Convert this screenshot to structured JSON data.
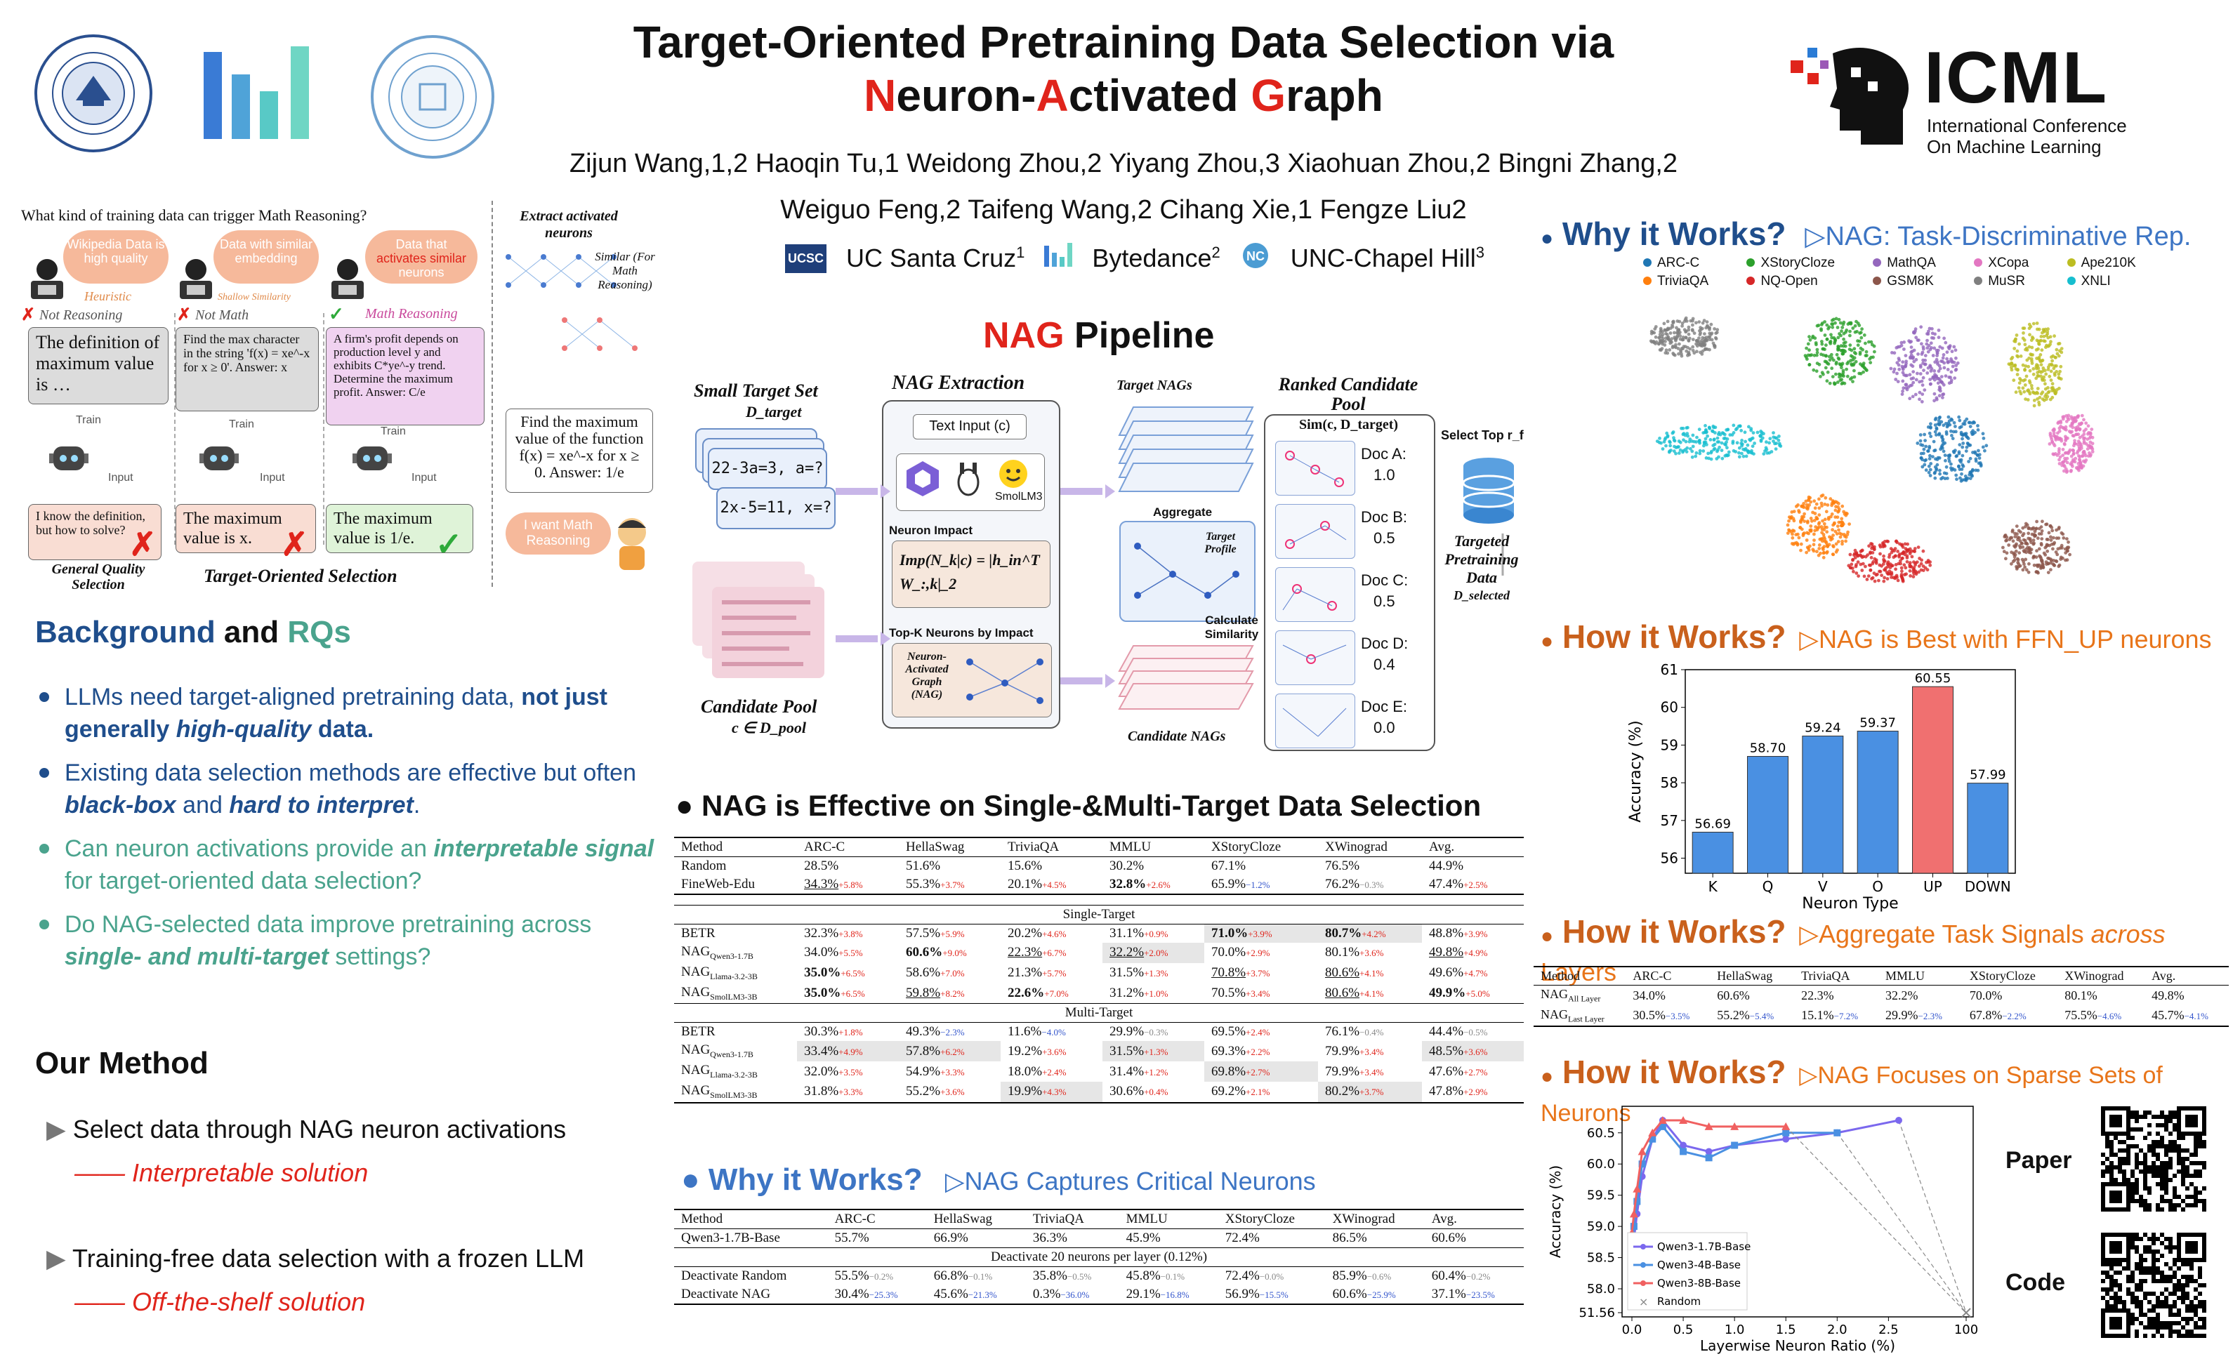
{
  "header": {
    "title_line1": "Target-Oriented Pretraining Data Selection via",
    "title_line2_parts": [
      "N",
      "euron-",
      "A",
      "ctivated ",
      "G",
      "raph"
    ],
    "authors_line1": "Zijun Wang,1,2 Haoqin Tu,1 Weidong Zhou,2 Yiyang Zhou,3 Xiaohuan Zhou,2 Bingni Zhang,2",
    "authors_line2": "Weiguo Feng,2 Taifeng Wang,2 Cihang Xie,1 Fengze Liu2",
    "affiliations": [
      {
        "logo": "UCSC",
        "name": "UC Santa Cruz",
        "sup": "1"
      },
      {
        "name": "Bytedance",
        "sup": "2"
      },
      {
        "name": "UNC-Chapel Hill",
        "sup": "3"
      }
    ],
    "icml_big": "ICML",
    "icml_line1": "International Conference",
    "icml_line2": "On Machine Learning"
  },
  "teaser": {
    "question": "What kind of training data can trigger Math Reasoning?",
    "extract_label": "Extract activated neurons",
    "similar_label": "Similar (For Math Reasoning)",
    "cloud1": "Wikipedia Data is high quality",
    "cloud2": "Data with similar embedding",
    "cloud3_a": "Data that",
    "cloud3_b": "activates similar",
    "cloud3_c": "neurons",
    "tag1": "Heuristic",
    "tag2": "Shallow Similarity",
    "tag3": "Math Reasoning",
    "not1": "Not Reasoning",
    "not2": "Not Math",
    "doc1": "The definition of maximum value is …",
    "doc2": "Find the max character in the string 'f(x) = xe^-x for x ≥ 0'. Answer: x",
    "doc3": "A firm's profit depends on production level y and exhibits C*ye^-y trend. Determine the maximum profit. Answer: C/e",
    "query": "Find the maximum value of the function f(x) = xe^-x for x ≥ 0. Answer: 1/e",
    "train": "Train",
    "input": "Input",
    "out1": "I know the definition, but how to solve?",
    "out2": "The maximum value is x.",
    "out3": "The maximum value is 1/e.",
    "want": "I want Math Reasoning",
    "cap1": "General Quality Selection",
    "cap2": "Target-Oriented Selection"
  },
  "background": {
    "heading_a": "Background",
    "heading_and": " and ",
    "heading_b": "RQs",
    "b1_a": "LLMs need target-aligned pretraining data, ",
    "b1_b": "not just generally ",
    "b1_c": "high-quality",
    "b1_d": " data.",
    "b2_a": "Existing data selection methods are effective but often ",
    "b2_b": "black-box",
    "b2_c": " and ",
    "b2_d": "hard to interpret",
    "b2_e": ".",
    "b3_a": "Can neuron activations provide an ",
    "b3_b": "interpretable signal",
    "b3_c": " for target-oriented data selection?",
    "b4_a": "Do NAG-selected data improve pretraining across ",
    "b4_b": "single- and multi-target",
    "b4_c": " settings?"
  },
  "method": {
    "heading": "Our Method",
    "m1": "Select data through NAG neuron activations",
    "m1_sub": "—— Interpretable solution",
    "m2": "Training-free data selection with a frozen LLM",
    "m2_sub": "—— Off-the-shelf solution"
  },
  "pipeline": {
    "heading_a": "NAG",
    "heading_b": " Pipeline",
    "small_target": "Small Target Set",
    "d_target": "D_target",
    "eq1": "22-3a=3, a=?",
    "eq2": "2x-5=11, x=?",
    "candidate_pool": "Candidate Pool",
    "c_in_pool": "c ∈ D_pool",
    "nag_extraction": "NAG Extraction",
    "text_input": "Text Input (c)",
    "smol": "SmolLM3",
    "neuron_impact": "Neuron Impact",
    "imp_formula": "Imp(N_k|c) = |h_in^T W_:,k|_2",
    "topk": "Top-K Neurons by Impact",
    "nag_box": "Neuron-Activated Graph (NAG)",
    "target_nags": "Target NAGs",
    "aggregate": "Aggregate",
    "target_profile": "Target Profile",
    "calc_sim": "Calculate Similarity",
    "candidate_nags": "Candidate NAGs",
    "ranked": "Ranked Candidate Pool",
    "sim": "Sim(c, D_target)",
    "docs": [
      {
        "name": "Doc A:",
        "score": "1.0"
      },
      {
        "name": "Doc B:",
        "score": "0.5"
      },
      {
        "name": "Doc C:",
        "score": "0.5"
      },
      {
        "name": "Doc D:",
        "score": "0.4"
      },
      {
        "name": "Doc E:",
        "score": "0.0"
      }
    ],
    "select_top": "Select Top r_f",
    "targeted": "Targeted Pretraining Data",
    "d_selected": "D_selected"
  },
  "table1": {
    "heading": "NAG is Effective on Single-&Multi-Target Data Selection",
    "columns": [
      "Method",
      "ARC-C",
      "HellaSwag",
      "TriviaQA",
      "MMLU",
      "XStoryCloze",
      "XWinograd",
      "Avg."
    ],
    "single_label": "Single-Target",
    "multi_label": "Multi-Target"
  },
  "table2": {
    "heading": "Why it Works?",
    "sub": "NAG Captures Critical Neurons",
    "columns": [
      "Method",
      "ARC-C",
      "HellaSwag",
      "TriviaQA",
      "MMLU",
      "XStoryCloze",
      "XWinograd",
      "Avg."
    ],
    "base_row": [
      "Qwen3-1.7B-Base",
      "55.7%",
      "66.9%",
      "36.3%",
      "45.9%",
      "72.4%",
      "86.5%",
      "60.6%"
    ],
    "mid_label": "Deactivate 20 neurons per layer (0.12%)"
  },
  "right": {
    "why_heading": "Why it Works?",
    "why_sub": "NAG: Task-Discriminative Rep.",
    "legend": [
      {
        "name": "ARC-C",
        "color": "#1f77b4"
      },
      {
        "name": "XStoryCloze",
        "color": "#2ca02c"
      },
      {
        "name": "MathQA",
        "color": "#9467bd"
      },
      {
        "name": "XCopa",
        "color": "#e377c2"
      },
      {
        "name": "Ape210K",
        "color": "#bcbd22"
      },
      {
        "name": "TriviaQA",
        "color": "#ff7f0e"
      },
      {
        "name": "NQ-Open",
        "color": "#d62728"
      },
      {
        "name": "GSM8K",
        "color": "#8c564b"
      },
      {
        "name": "MuSR",
        "color": "#7f7f7f"
      },
      {
        "name": "XNLI",
        "color": "#17becf"
      }
    ],
    "how1_heading": "How it Works?",
    "how1_sub": "NAG is Best with FFN_UP neurons",
    "how2_heading": "How it Works?",
    "how2_sub_a": "Aggregate Task Signals ",
    "how2_sub_b": "across",
    "how2_sub_c": " Layers",
    "how3_heading": "How it Works?",
    "how3_sub": "NAG Focuses on Sparse Sets of Neurons",
    "paper": "Paper",
    "code": "Code"
  },
  "chart_data": [
    {
      "type": "bar",
      "categories": [
        "K",
        "Q",
        "V",
        "O",
        "UP",
        "DOWN"
      ],
      "values": [
        56.69,
        58.7,
        59.24,
        59.37,
        60.55,
        57.99
      ],
      "labels": [
        "56.69",
        "58.70",
        "59.24",
        "59.37",
        "60.55",
        "57.99"
      ],
      "highlight": "UP",
      "colors": {
        "normal": "#4a90e2",
        "highlight": "#f07070"
      },
      "xlabel": "Neuron Type",
      "ylabel": "Accuracy (%)",
      "ylim": [
        55.6,
        61
      ],
      "yticks": [
        56,
        57,
        58,
        59,
        60,
        61
      ]
    },
    {
      "type": "line",
      "xlabel": "Layerwise Neuron Ratio (%)",
      "ylabel": "Accuracy (%)",
      "xticks": [
        "0.0",
        "0.5",
        "1.0",
        "1.5",
        "2.0",
        "2.5",
        "100"
      ],
      "yticks": [
        "51.56",
        "58.0",
        "58.5",
        "59.0",
        "59.5",
        "60.0",
        "60.5"
      ],
      "series": [
        {
          "name": "Qwen3-1.7B-Base",
          "color": "#7b68ee",
          "marker": "circle",
          "x": [
            0.0,
            0.02,
            0.05,
            0.1,
            0.2,
            0.3,
            0.5,
            0.75,
            1.0,
            1.5,
            2.0,
            2.6
          ],
          "y": [
            57.9,
            58.8,
            59.2,
            59.8,
            60.4,
            60.7,
            60.3,
            60.2,
            60.3,
            60.4,
            60.5,
            60.7
          ]
        },
        {
          "name": "Qwen3-4B-Base",
          "color": "#4a90e2",
          "marker": "square",
          "x": [
            0.0,
            0.02,
            0.05,
            0.1,
            0.2,
            0.3,
            0.5,
            0.75,
            1.0,
            1.5,
            2.0
          ],
          "y": [
            58.6,
            59.0,
            59.4,
            60.0,
            60.4,
            60.6,
            60.2,
            60.1,
            60.3,
            60.5,
            60.5
          ]
        },
        {
          "name": "Qwen3-8B-Base",
          "color": "#f06060",
          "marker": "triangle",
          "x": [
            0.0,
            0.02,
            0.05,
            0.1,
            0.2,
            0.3,
            0.5,
            0.75,
            1.0,
            1.5
          ],
          "y": [
            58.9,
            59.2,
            59.6,
            60.2,
            60.5,
            60.7,
            60.7,
            60.6,
            60.6,
            60.6
          ]
        },
        {
          "name": "Random",
          "color": "#888888",
          "marker": "x",
          "x": [
            100
          ],
          "y": [
            51.56
          ]
        }
      ]
    }
  ],
  "table1_rows": {
    "base": [
      [
        "Random",
        "28.5%",
        "",
        "51.6%",
        "",
        "15.6%",
        "",
        "30.2%",
        "",
        "67.1%",
        "",
        "76.5%",
        "",
        "44.9%",
        ""
      ],
      [
        "FineWeb-Edu",
        "34.3%",
        "+5.8%",
        "55.3%",
        "+3.7%",
        "20.1%",
        "+4.5%",
        "32.8%",
        "+2.6%",
        "65.9%",
        "−1.2%",
        "76.2%",
        "−0.3%",
        "47.4%",
        "+2.5%"
      ]
    ],
    "single": [
      [
        "BETR",
        "32.3%",
        "+3.8%",
        "57.5%",
        "+5.9%",
        "20.2%",
        "+4.6%",
        "31.1%",
        "+0.9%",
        "71.0%",
        "+3.9%",
        "80.7%",
        "+4.2%",
        "48.8%",
        "+3.9%"
      ],
      [
        "NAG_Qwen3-1.7B",
        "34.0%",
        "+5.5%",
        "60.6%",
        "+9.0%",
        "22.3%",
        "+6.7%",
        "32.2%",
        "+2.0%",
        "70.0%",
        "+2.9%",
        "80.1%",
        "+3.6%",
        "49.8%",
        "+4.9%"
      ],
      [
        "NAG_Llama-3.2-3B",
        "35.0%",
        "+6.5%",
        "58.6%",
        "+7.0%",
        "21.3%",
        "+5.7%",
        "31.5%",
        "+1.3%",
        "70.8%",
        "+3.7%",
        "80.6%",
        "+4.1%",
        "49.6%",
        "+4.7%"
      ],
      [
        "NAG_SmolLM3-3B",
        "35.0%",
        "+6.5%",
        "59.8%",
        "+8.2%",
        "22.6%",
        "+7.0%",
        "31.2%",
        "+1.0%",
        "70.5%",
        "+3.4%",
        "80.6%",
        "+4.1%",
        "49.9%",
        "+5.0%"
      ]
    ],
    "multi": [
      [
        "BETR",
        "30.3%",
        "+1.8%",
        "49.3%",
        "−2.3%",
        "11.6%",
        "−4.0%",
        "29.9%",
        "−0.3%",
        "69.5%",
        "+2.4%",
        "76.1%",
        "−0.4%",
        "44.4%",
        "−0.5%"
      ],
      [
        "NAG_Qwen3-1.7B",
        "33.4%",
        "+4.9%",
        "57.8%",
        "+6.2%",
        "19.2%",
        "+3.6%",
        "31.5%",
        "+1.3%",
        "69.3%",
        "+2.2%",
        "79.9%",
        "+3.4%",
        "48.5%",
        "+3.6%"
      ],
      [
        "NAG_Llama-3.2-3B",
        "32.0%",
        "+3.5%",
        "54.9%",
        "+3.3%",
        "18.0%",
        "+2.4%",
        "31.4%",
        "+1.2%",
        "69.8%",
        "+2.7%",
        "79.9%",
        "+3.4%",
        "47.6%",
        "+2.7%"
      ],
      [
        "NAG_SmolLM3-3B",
        "31.8%",
        "+3.3%",
        "55.2%",
        "+3.6%",
        "19.9%",
        "+4.3%",
        "30.6%",
        "+0.4%",
        "69.2%",
        "+2.1%",
        "80.2%",
        "+3.7%",
        "47.8%",
        "+2.9%"
      ]
    ]
  },
  "table2_rows": [
    [
      "Deactivate Random",
      "55.5%",
      "−0.2%",
      "66.8%",
      "−0.1%",
      "35.8%",
      "−0.5%",
      "45.8%",
      "−0.1%",
      "72.4%",
      "−0.0%",
      "85.9%",
      "−0.6%",
      "60.4%",
      "−0.2%"
    ],
    [
      "Deactivate NAG",
      "30.4%",
      "−25.3%",
      "45.6%",
      "−21.3%",
      "0.3%",
      "−36.0%",
      "29.1%",
      "−16.8%",
      "56.9%",
      "−15.5%",
      "60.6%",
      "−25.9%",
      "37.1%",
      "−23.5%"
    ]
  ],
  "table3": {
    "columns": [
      "Method",
      "ARC-C",
      "HellaSwag",
      "TriviaQA",
      "MMLU",
      "XStoryCloze",
      "XWinograd",
      "Avg."
    ],
    "rows": [
      [
        "NAG_All Layer",
        "34.0%",
        "",
        "60.6%",
        "",
        "22.3%",
        "",
        "32.2%",
        "",
        "70.0%",
        "",
        "80.1%",
        "",
        "49.8%",
        ""
      ],
      [
        "NAG_Last Layer",
        "30.5%",
        "−3.5%",
        "55.2%",
        "−5.4%",
        "15.1%",
        "−7.2%",
        "29.9%",
        "−2.3%",
        "67.8%",
        "−2.2%",
        "75.5%",
        "−4.6%",
        "45.7%",
        "−4.1%"
      ]
    ]
  }
}
